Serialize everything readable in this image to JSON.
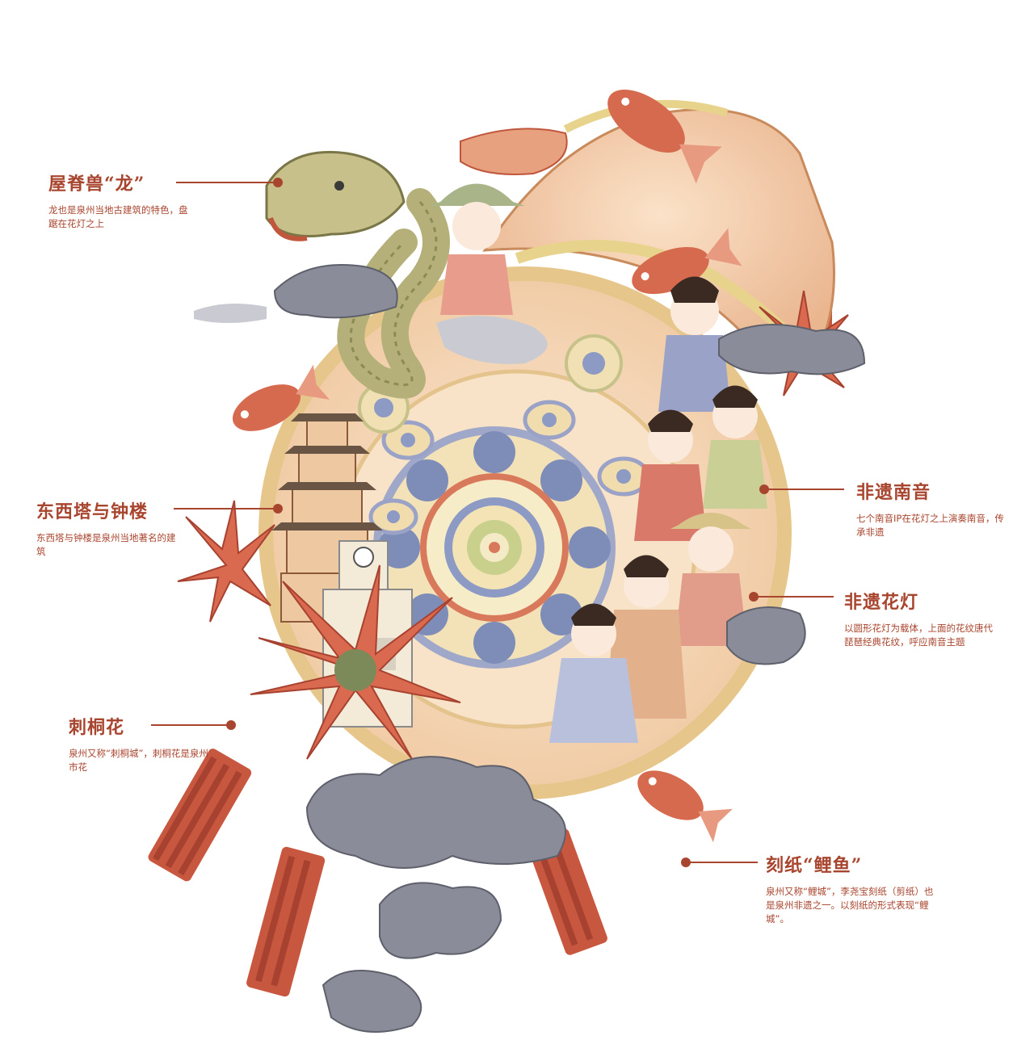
{
  "colors": {
    "accent": "#a8452e",
    "lantern": "#f6dcc0",
    "lantern_rim": "#e9cf95",
    "coral": "#d96a4f",
    "cloud": "#8a8c99",
    "dragon": "#b5b07a"
  },
  "annotations": [
    {
      "title": "屋脊兽“龙”",
      "desc": "龙也是泉州当地古建筑的特色，盘踞在花灯之上"
    },
    {
      "title": "东西塔与钟楼",
      "desc": "东西塔与钟楼是泉州当地著名的建筑"
    },
    {
      "title": "刺桐花",
      "desc": "泉州又称“刺桐城”，刺桐花是泉州市花"
    },
    {
      "title": "非遗南音",
      "desc": "七个南音IP在花灯之上演奏南音，传承非遗"
    },
    {
      "title": "非遗花灯",
      "desc": "以圆形花灯为载体，上面的花纹唐代琵琶经典花纹，呼应南音主题"
    },
    {
      "title": "刻纸“鲤鱼”",
      "desc": "泉州又称“鲤城”，李尧宝刻纸（剪纸）也是泉州非遗之一。以刻纸的形式表现“鲤城”。"
    }
  ]
}
